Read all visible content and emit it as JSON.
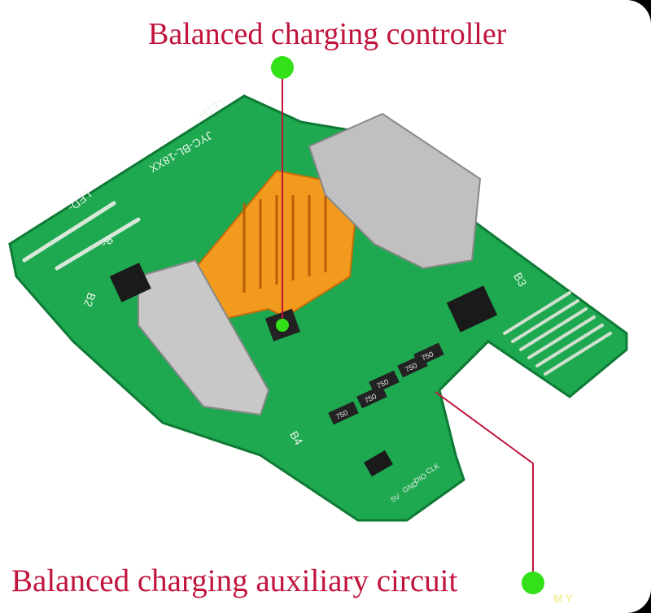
{
  "annotations": {
    "top_label": "Balanced charging controller",
    "bottom_label": "Balanced charging auxiliary circuit",
    "marker_color": "#33e01a",
    "text_color": "#c0143c"
  },
  "board": {
    "model": "JYC-BL-18XX",
    "led_plus": "LED+",
    "led_minus": "LED-",
    "b_minus": "B-",
    "b2": "B2",
    "b3": "B3",
    "b4": "B4",
    "pins": [
      "CLK",
      "DIO",
      "GND",
      "5V"
    ],
    "resistor_code": "750"
  },
  "watermark": "MY"
}
